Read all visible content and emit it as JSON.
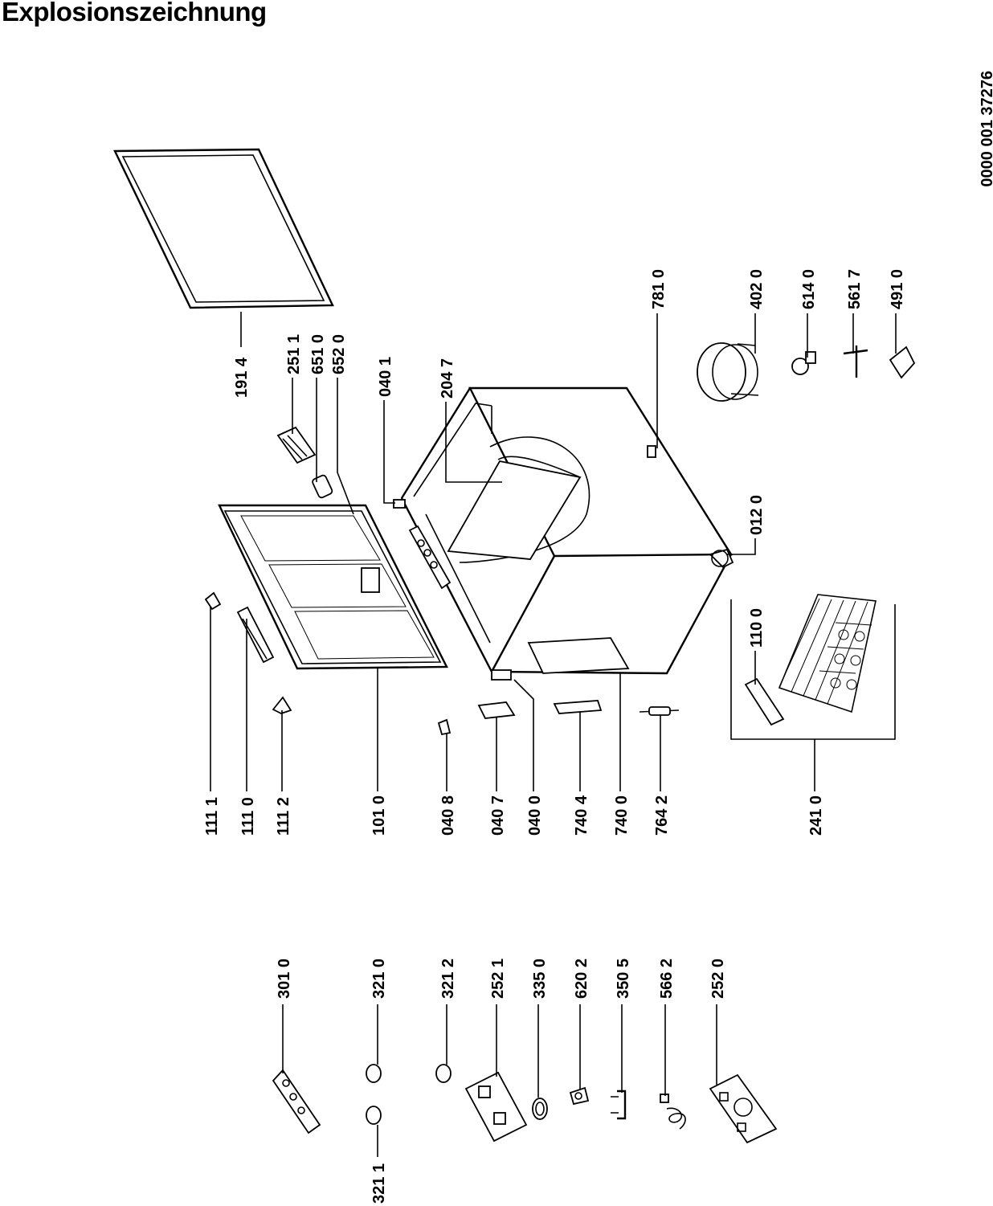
{
  "title": "Explosionszeichnung",
  "doc_number": "0000 001 37276",
  "labels": [
    {
      "id": "l1914",
      "text": "191 4"
    },
    {
      "id": "l2511",
      "text": "251 1"
    },
    {
      "id": "l6510",
      "text": "651 0"
    },
    {
      "id": "l6520",
      "text": "652 0"
    },
    {
      "id": "l0401",
      "text": "040 1"
    },
    {
      "id": "l2047",
      "text": "204 7"
    },
    {
      "id": "l7810",
      "text": "781 0"
    },
    {
      "id": "l4020",
      "text": "402 0"
    },
    {
      "id": "l6140",
      "text": "614 0"
    },
    {
      "id": "l5617",
      "text": "561 7"
    },
    {
      "id": "l4910",
      "text": "491 0"
    },
    {
      "id": "l0120",
      "text": "012 0"
    },
    {
      "id": "l1100",
      "text": "110 0"
    },
    {
      "id": "l1111",
      "text": "111 1"
    },
    {
      "id": "l1110",
      "text": "111 0"
    },
    {
      "id": "l1112",
      "text": "111 2"
    },
    {
      "id": "l1010",
      "text": "101 0"
    },
    {
      "id": "l0408",
      "text": "040 8"
    },
    {
      "id": "l0407",
      "text": "040 7"
    },
    {
      "id": "l0400",
      "text": "040 0"
    },
    {
      "id": "l7404",
      "text": "740 4"
    },
    {
      "id": "l7400",
      "text": "740 0"
    },
    {
      "id": "l7642",
      "text": "764 2"
    },
    {
      "id": "l2410",
      "text": "241 0"
    },
    {
      "id": "l3010",
      "text": "301 0"
    },
    {
      "id": "l3210",
      "text": "321 0"
    },
    {
      "id": "l3212",
      "text": "321 2"
    },
    {
      "id": "l2521",
      "text": "252 1"
    },
    {
      "id": "l3350",
      "text": "335 0"
    },
    {
      "id": "l6202",
      "text": "620 2"
    },
    {
      "id": "l3505",
      "text": "350 5"
    },
    {
      "id": "l5662",
      "text": "566 2"
    },
    {
      "id": "l2520",
      "text": "252 0"
    },
    {
      "id": "l3211",
      "text": "321 1"
    }
  ]
}
